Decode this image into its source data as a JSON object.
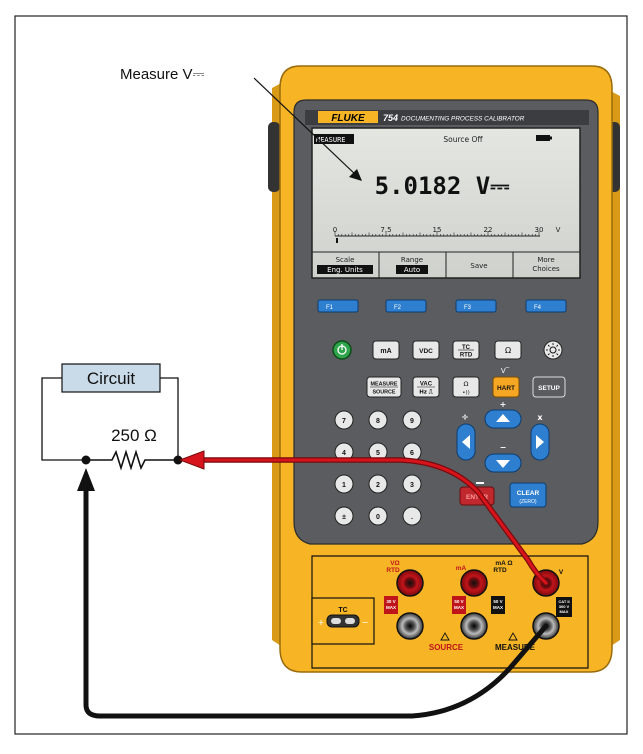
{
  "callout": {
    "label": "Measure V⎓"
  },
  "circuit": {
    "box_label": "Circuit",
    "resistor_label": "250 Ω"
  },
  "meter": {
    "brand": "FLUKE",
    "model": "754",
    "subtitle": "DOCUMENTING PROCESS CALIBRATOR",
    "display": {
      "mode": "MEASURE",
      "source_status": "Source Off",
      "reading": "5.0182 V⎓",
      "scale_ticks": [
        "0",
        "7.5",
        "15",
        "22",
        "30",
        "V"
      ],
      "softkeys": [
        {
          "top": "Scale",
          "bottom": "Eng. Units"
        },
        {
          "top": "Range",
          "bottom": "Auto"
        },
        {
          "top": "Save",
          "bottom": ""
        },
        {
          "top": "More",
          "bottom": "Choices"
        }
      ]
    },
    "fkeys": [
      "F1",
      "F2",
      "F3",
      "F4"
    ],
    "keys": {
      "ma": "mA",
      "vdc": "VDC",
      "tc_top": "TC",
      "tc_bottom": "RTD",
      "measure_top": "MEASURE",
      "measure_bottom": "SOURCE",
      "vac_top": "VAC",
      "vac_bottom": "Hz ⎍",
      "ohm_top": "Ω",
      "ohm_bottom": "•))",
      "hart": "HART",
      "setup": "SETUP",
      "enter": "ENTER",
      "clear_top": "CLEAR",
      "clear_bottom": "(ZERO)",
      "plus": "+",
      "minus": "−",
      "divide": "÷",
      "times": "x"
    },
    "keypad": [
      "7",
      "8",
      "9",
      "4",
      "5",
      "6",
      "1",
      "2",
      "3",
      "±",
      "0",
      "."
    ],
    "jacks": {
      "vohm_rtd_top": "VΩ",
      "vohm_rtd_bottom": "RTD",
      "ma": "mA",
      "maohm_rtd_top": "mA Ω",
      "maohm_rtd_bottom": "RTD",
      "v": "V",
      "tc": "TC",
      "source": "SOURCE",
      "measure": "MEASURE",
      "rating_30v_top": "30 V",
      "rating_30v_bottom": "MAX",
      "rating_50v_top": "50 V",
      "rating_50v_bottom": "MAX",
      "rating_cat_1": "CAT II",
      "rating_cat_2": "300 V",
      "rating_cat_3": "MAX"
    }
  },
  "colors": {
    "case": "#f7b526",
    "panel": "#5a5c5f",
    "screen": "#d9dcd6",
    "lead_red": "#d7141c",
    "lead_black": "#111111",
    "fkey": "#2e7fcf",
    "hart": "#f5a623"
  }
}
